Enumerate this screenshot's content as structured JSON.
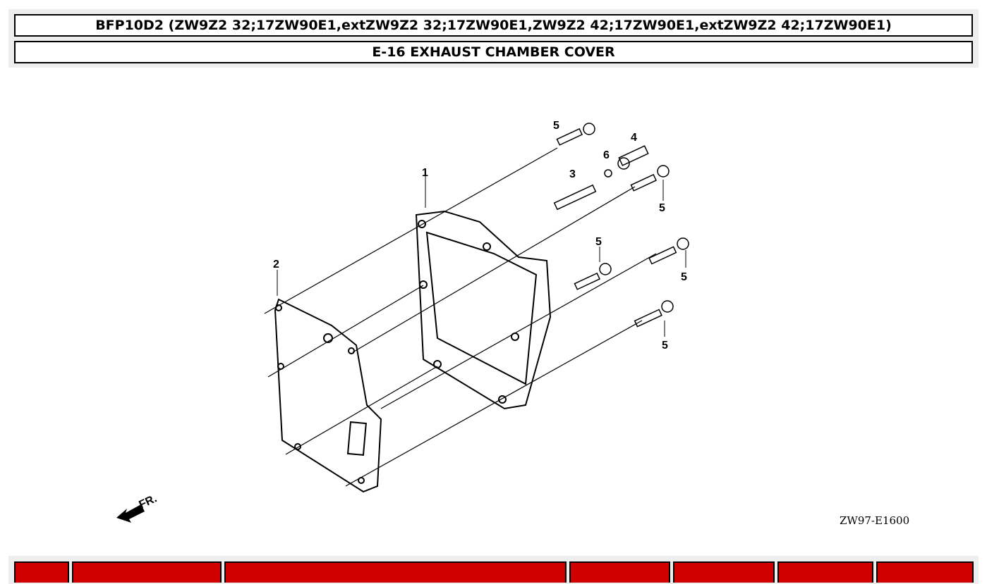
{
  "header": {
    "model_title": "BFP10D2 (ZW9Z2 32;17ZW90E1,extZW9Z2 32;17ZW90E1,ZW9Z2 42;17ZW90E1,extZW9Z2 42;17ZW90E1)",
    "section_title": "E-16 EXHAUST CHAMBER COVER"
  },
  "diagram": {
    "callouts": [
      "1",
      "2",
      "3",
      "4",
      "5",
      "6"
    ],
    "front_label": "FR.",
    "drawing_code": "ZW97-E1600"
  },
  "parts_table": {
    "header_color": "#d00000",
    "columns": 7
  }
}
